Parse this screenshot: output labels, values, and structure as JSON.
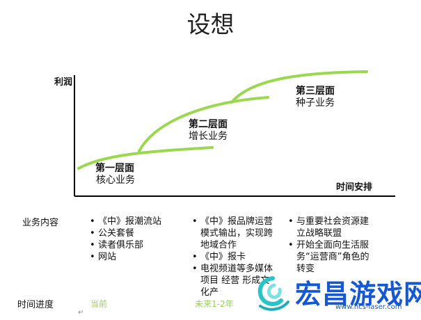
{
  "title": "设想",
  "axes": {
    "y_label": "利润",
    "x_label": "时间安排"
  },
  "layers": [
    {
      "title": "第一层面",
      "subtitle": "核心业务"
    },
    {
      "title": "第二层面",
      "subtitle": "增长业务"
    },
    {
      "title": "第三层面",
      "subtitle": "种子业务"
    }
  ],
  "rows": {
    "content_label": "业务内容",
    "timeline_label": "时间进度"
  },
  "columns": [
    {
      "items": [
        "《中》报潮流站",
        "公关套餐",
        "读者俱乐部",
        "网站"
      ],
      "timeline": "当前"
    },
    {
      "items": [
        "《中》报品牌运营模式输出，实现跨地域合作",
        "《中》报卡",
        "电视频道等多媒体项目 经营 形成文化产"
      ],
      "timeline": "未来1-2年"
    },
    {
      "items": [
        "与重要社会资源建立战略联盟",
        "开始全面向生活服务“运营商”角色的转变"
      ],
      "timeline": ""
    }
  ],
  "watermark": {
    "name": "宏昌游戏网",
    "url": "www.hcs-laser.com"
  },
  "return_mark": "↵",
  "colors": {
    "curve": "#9ad84e",
    "axis": "#000000",
    "watermark": "#1558d6"
  }
}
